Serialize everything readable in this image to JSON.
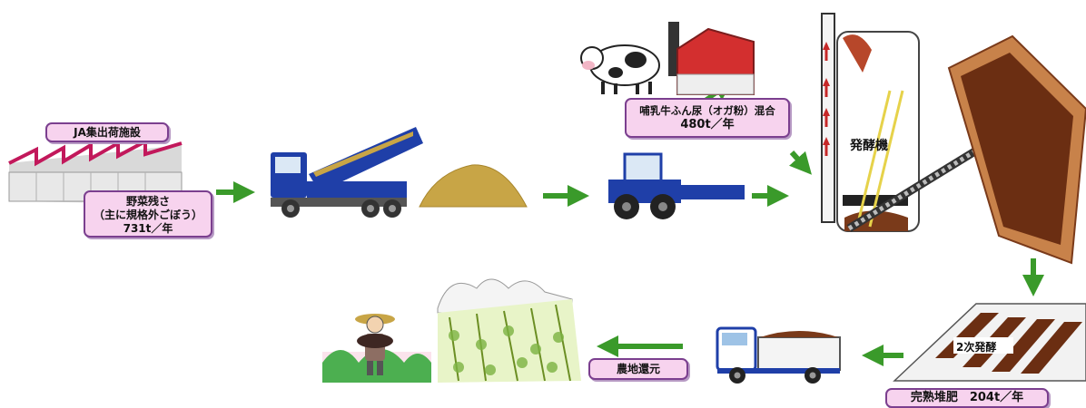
{
  "labels": {
    "ja_facility": "JA集出荷施設",
    "vegetable_residue": {
      "line1": "野菜残さ",
      "line2": "（主に規格外ごぼう）",
      "line3": "731t／年"
    },
    "cow_manure": {
      "line1": "哺乳牛ふん尿（オガ粉）混合",
      "line2": "480t／年"
    },
    "fermenter": "発酵機",
    "secondary_fermentation": "2次発酵",
    "mature_compost": "完熟堆肥　204t／年",
    "return_to_farmland": "農地還元"
  },
  "colors": {
    "label_fill": "#f7d3ee",
    "label_border": "#7b3f8f",
    "arrow_green": "#3a9a2a",
    "arrow_red": "#c62828",
    "compost_brown": "#7a3a1a",
    "truck_blue": "#1f3fa8"
  },
  "icons": [
    "facility-building",
    "dump-truck",
    "compost-heap",
    "tractor-mixer",
    "cow",
    "barn",
    "fermenter-tower",
    "conveyor",
    "compost-bin",
    "compost-rows",
    "delivery-truck",
    "farmer",
    "crop-field"
  ]
}
